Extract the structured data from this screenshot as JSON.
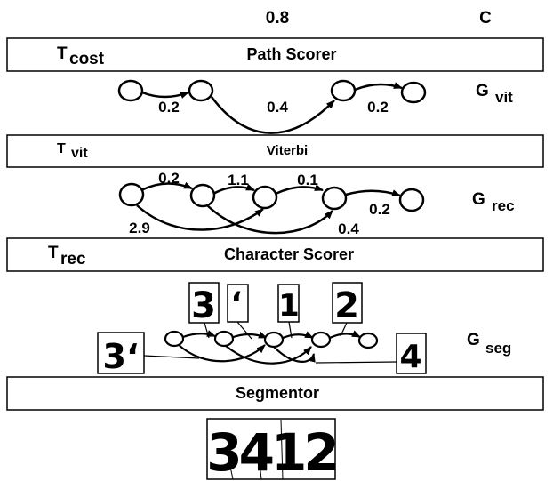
{
  "header": {
    "value": "0.8",
    "c_label": "C"
  },
  "modules": {
    "path_scorer": {
      "name": "Path Scorer",
      "t_main": "T",
      "t_sub": "cost"
    },
    "viterbi": {
      "name": "Viterbi",
      "t_main": "T",
      "t_sub": "vit"
    },
    "character_scorer": {
      "name": "Character Scorer",
      "t_main": "T",
      "t_sub": "rec"
    },
    "segmentor": {
      "name": "Segmentor"
    }
  },
  "graphs": {
    "g_vit": {
      "main": "G",
      "sub": "vit",
      "weights": [
        "0.2",
        "0.4",
        "0.2"
      ]
    },
    "g_rec": {
      "main": "G",
      "sub": "rec",
      "weights": [
        "0.2",
        "1.1",
        "0.1",
        "2.9",
        "0.4",
        "0.2"
      ]
    },
    "g_seg": {
      "main": "G",
      "sub": "seg"
    }
  },
  "glyphs": {
    "segment_three": "3",
    "segment_tick": "ʻ",
    "segment_one": "1",
    "segment_two": "2",
    "segment_three_tick": "3ʻ",
    "segment_four": "4",
    "input_image": "3412"
  }
}
